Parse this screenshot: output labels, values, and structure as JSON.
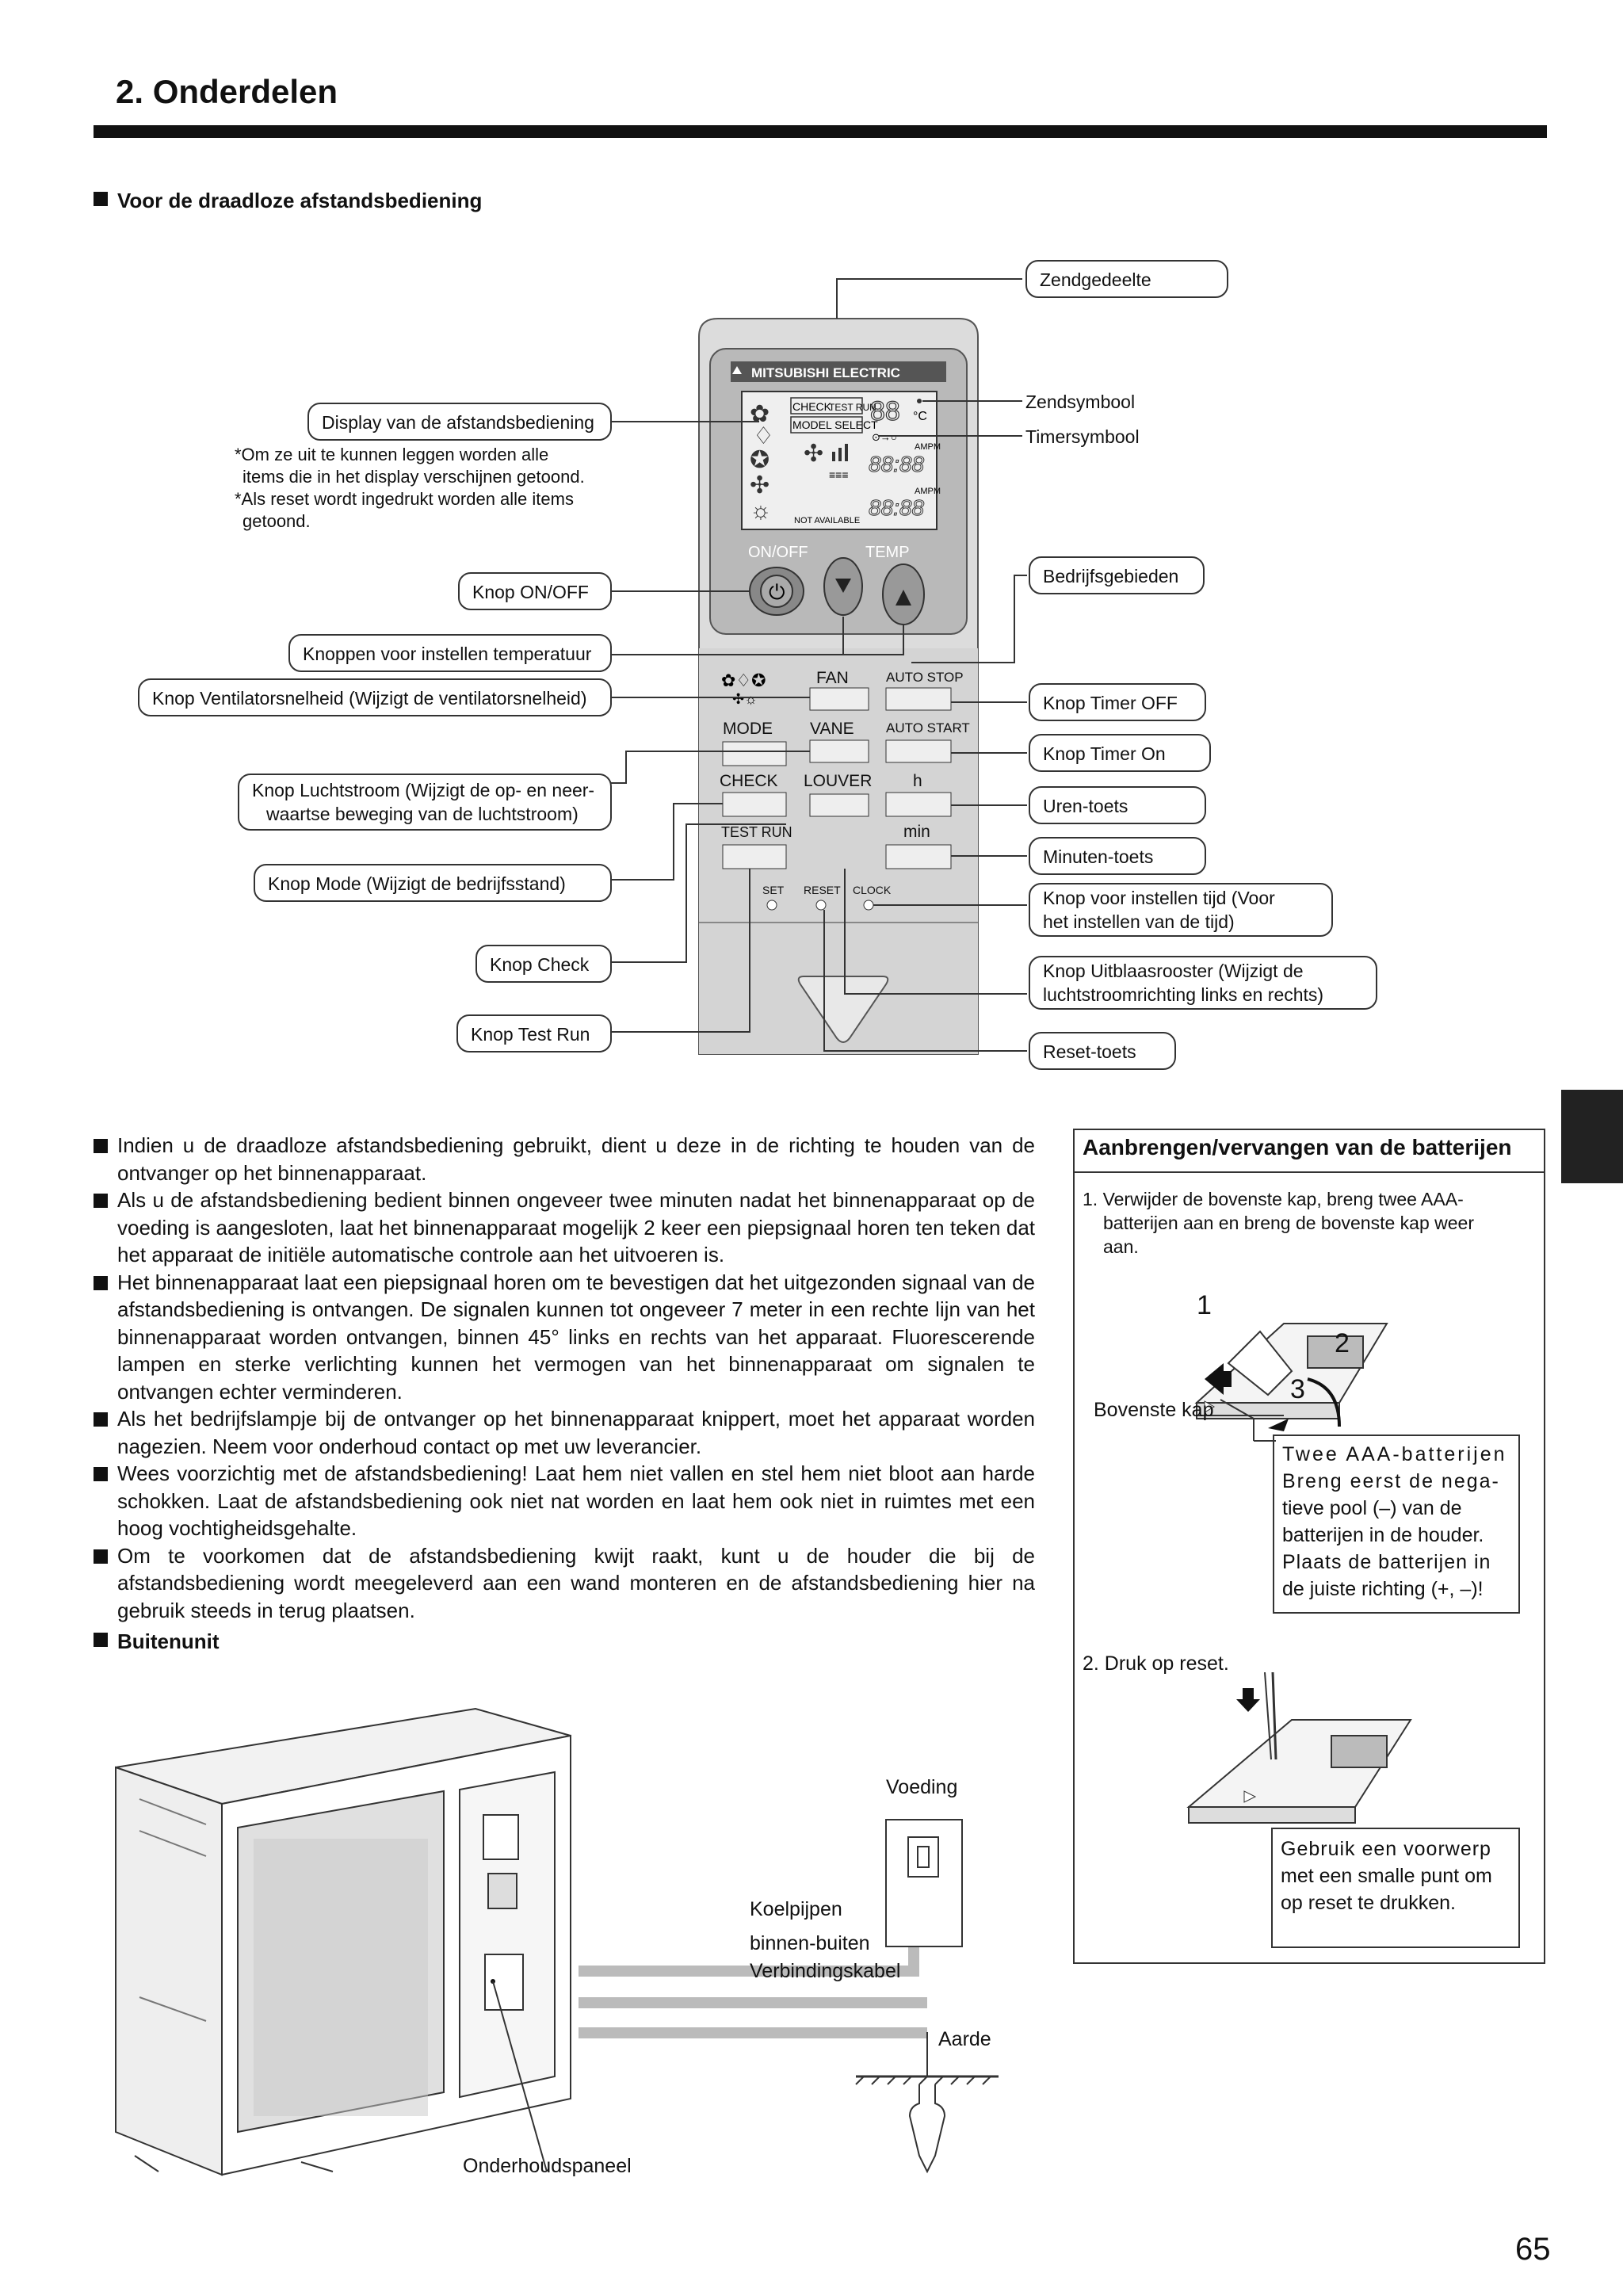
{
  "page": {
    "title": "2. Onderdelen",
    "page_number": "65"
  },
  "remote_section": {
    "heading": "Voor de draadloze afstandsbediening",
    "labels_left": {
      "display": "Display van de afstandsbediening",
      "note1a": "*Om ze uit te kunnen leggen worden alle",
      "note1b": "items die in het display verschijnen getoond.",
      "note2a": "*Als reset wordt ingedrukt worden alle items",
      "note2b": "getoond.",
      "onoff": "Knop ON/OFF",
      "temp": "Knoppen voor instellen temperatuur",
      "fan": "Knop Ventilatorsnelheid (Wijzigt de ventilatorsnelheid)",
      "vane_a": "Knop Luchtstroom (Wijzigt de op- en neer-",
      "vane_b": "waartse beweging van de luchtstroom)",
      "mode": "Knop Mode (Wijzigt de bedrijfsstand)",
      "check": "Knop Check",
      "testrun": "Knop Test Run"
    },
    "labels_right": {
      "emitter": "Zendgedeelte",
      "send_symbol": "Zendsymbool",
      "timer_symbol": "Timersymbool",
      "operation": "Bedrijfsgebieden",
      "timer_off": "Knop Timer OFF",
      "timer_on": "Knop Timer On",
      "hours": "Uren-toets",
      "minutes": "Minuten-toets",
      "time_a": "Knop voor instellen tijd (Voor",
      "time_b": "het instellen van de tijd)",
      "louver_a": "Knop Uitblaasrooster (Wijzigt de",
      "louver_b": "luchtstroomrichting links en rechts)",
      "reset": "Reset-toets"
    },
    "remote": {
      "brand": "MITSUBISHI ELECTRIC",
      "check": "CHECK",
      "test_run": "TEST RUN",
      "model_select": "MODEL SELECT",
      "not_available": "NOT AVAILABLE",
      "ampm": "AMPM",
      "onoff": "ON/OFF",
      "temp": "TEMP",
      "fan": "FAN",
      "auto_stop": "AUTO STOP",
      "auto_start": "AUTO START",
      "mode": "MODE",
      "vane": "VANE",
      "check_btn": "CHECK",
      "louver": "LOUVER",
      "h": "h",
      "test_run_btn": "TEST RUN",
      "min": "min",
      "set": "SET",
      "reset": "RESET",
      "clock": "CLOCK"
    }
  },
  "bullets": [
    "Indien u de draadloze afstandsbediening gebruikt, dient u deze in de richting te houden van de ontvanger op het binnenapparaat.",
    "Als u de afstandsbediening bedient binnen ongeveer twee minuten nadat het binnenapparaat op de voeding is aangesloten, laat het binnenapparaat mogelijk 2 keer een piepsignaal horen ten teken dat het apparaat de initiële automatische controle aan het uitvoeren is.",
    "Het binnenapparaat laat een piepsignaal horen om te bevestigen dat het uitgezonden signaal van de afstandsbediening is ontvangen. De signalen kunnen tot ongeveer 7 meter in een rechte lijn van het binnenapparaat worden ontvangen, binnen 45° links en rechts van het apparaat. Fluorescerende lampen en sterke verlichting kunnen het vermogen van het binnenapparaat om signalen te ontvangen echter verminderen.",
    "Als het bedrijfslampje bij de ontvanger op het binnenapparaat knippert, moet het apparaat worden nagezien. Neem voor onderhoud contact op met uw leverancier.",
    "Wees voorzichtig met de afstandsbediening! Laat hem niet vallen en stel hem niet bloot aan harde schokken. Laat de afstandsbediening ook niet nat worden en laat hem ook niet in ruimtes met een hoog vochtigheidsgehalte.",
    "Om te voorkomen dat de afstandsbediening kwijt raakt, kunt u de houder die bij de afstandsbediening wordt meegeleverd aan een wand monteren en de afstandsbediening hier na gebruik steeds in terug plaatsen."
  ],
  "outdoor": {
    "heading": "Buitenunit",
    "power": "Voeding",
    "pipes": "Koelpijpen",
    "cable_a": "binnen-buiten",
    "cable_b": "Verbindingskabel",
    "earth": "Aarde",
    "panel": "Onderhoudspaneel"
  },
  "battery": {
    "heading": "Aanbrengen/vervangen van de batterijen",
    "step1a": "1. Verwijder de bovenste kap, breng twee AAA-",
    "step1b": "batterijen aan en breng de bovenste kap weer",
    "step1c": "aan.",
    "n1": "1",
    "n2": "2",
    "n3": "3",
    "top_cover": "Bovenste kap",
    "bat_box": [
      "Twee AAA-batterijen",
      "Breng eerst de nega-",
      "tieve pool (–) van de",
      "batterijen in de houder.",
      "Plaats de batterijen in",
      "de juiste richting (+, –)!"
    ],
    "step2": "2. Druk op reset.",
    "reset_box": [
      "Gebruik een voorwerp",
      "met een smalle punt om",
      "op reset te drukken."
    ]
  }
}
